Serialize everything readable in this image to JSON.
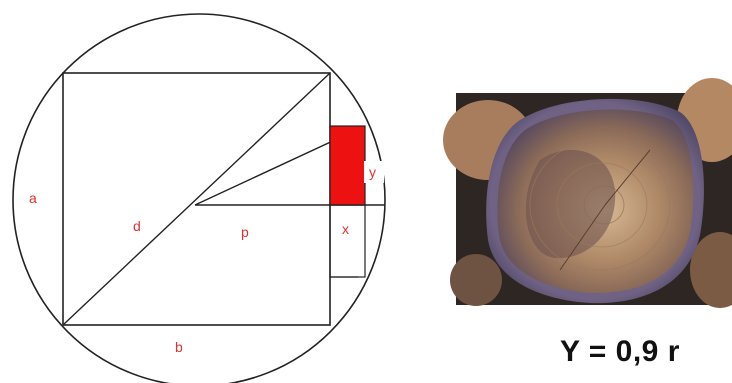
{
  "diagram": {
    "labels": {
      "a": "a",
      "b": "b",
      "d": "d",
      "p": "p",
      "x": "x",
      "y": "y"
    },
    "colors": {
      "stroke": "#222222",
      "label": "#e03030",
      "highlight": "#ee1111"
    }
  },
  "photo": {
    "subject": "log-cross-section"
  },
  "formula": {
    "text": "Y = 0,9 r"
  }
}
